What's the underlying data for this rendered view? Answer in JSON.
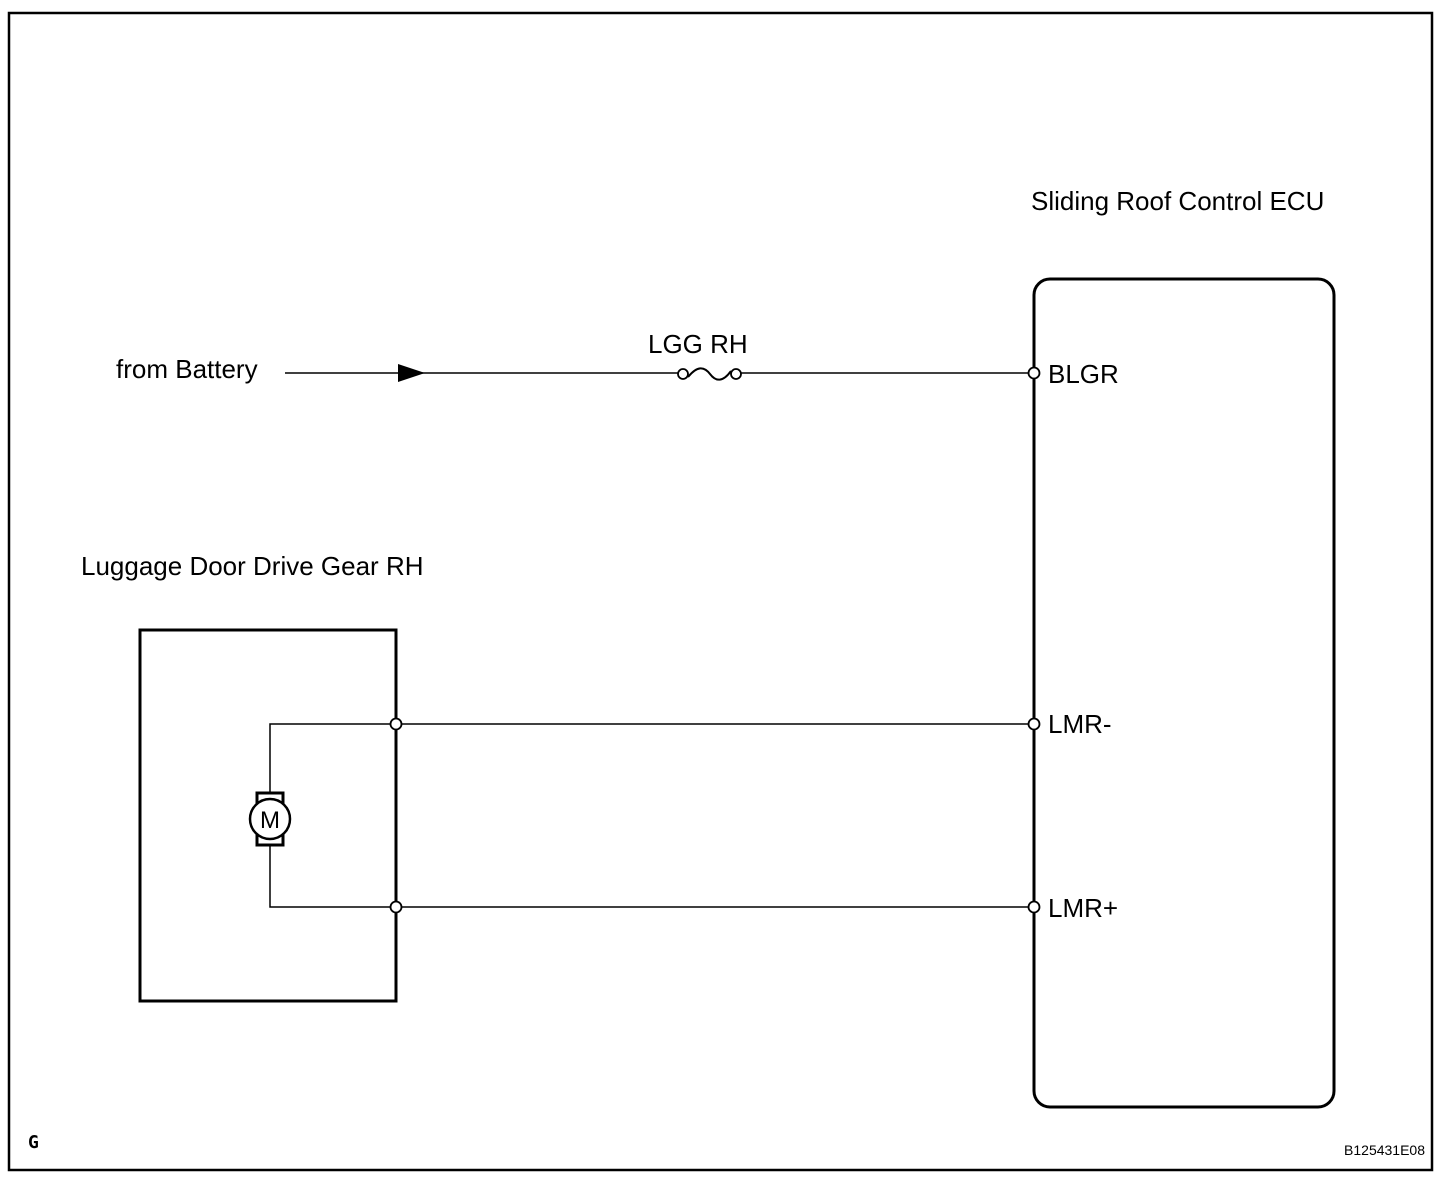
{
  "diagram": {
    "ecu": {
      "title": "Sliding Roof Control ECU",
      "pins": {
        "blgr": "BLGR",
        "lmr_minus": "LMR-",
        "lmr_plus": "LMR+"
      }
    },
    "battery": {
      "label": "from Battery"
    },
    "fuse": {
      "label": "LGG RH"
    },
    "gear": {
      "title": "Luggage Door Drive Gear RH",
      "motor_symbol": "M"
    },
    "footer": {
      "left_code": "G",
      "right_code": "B125431E08"
    }
  }
}
